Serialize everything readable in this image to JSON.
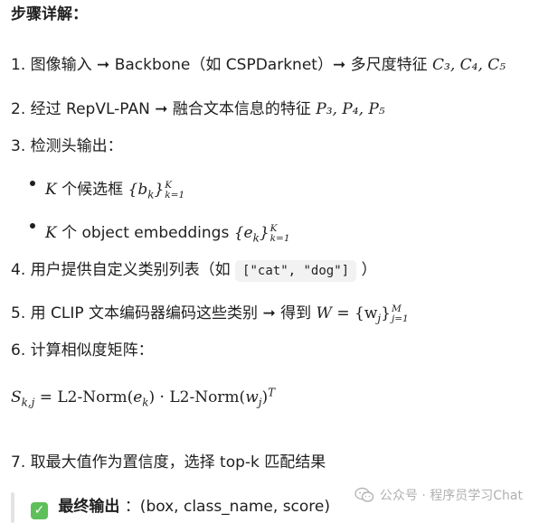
{
  "title": "步骤详解：",
  "steps": {
    "s1": {
      "num": "1.",
      "text_a": "图像输入 ➞ Backbone（如 CSPDarknet）➞ 多尺度特征",
      "math": "C₃, C₄, C₅"
    },
    "s2": {
      "num": "2.",
      "text_a": "经过 RepVL-PAN ➞ 融合文本信息的特征",
      "math": "P₃, P₄, P₅"
    },
    "s3": {
      "num": "3.",
      "text_a": "检测头输出："
    },
    "s3b1": {
      "math_k": "K",
      "text": "个候选框",
      "set": "{b",
      "set_sub": "k",
      "set_close": "}",
      "sup": "K",
      "sub": "k=1"
    },
    "s3b2": {
      "math_k": "K",
      "text": "个 object embeddings",
      "set": "{e",
      "set_sub": "k",
      "set_close": "}",
      "sup": "K",
      "sub": "k=1"
    },
    "s4": {
      "num": "4.",
      "text_a": "用户提供自定义类别列表（如",
      "code": "[\"cat\", \"dog\"]",
      "text_b": "）"
    },
    "s5": {
      "num": "5.",
      "text_a": "用 CLIP 文本编码器编码这些类别 ➞ 得到",
      "math_w": "W",
      "eq": "= {w",
      "sub_j": "j",
      "close": "}",
      "sup": "M",
      "sub": "j=1"
    },
    "s6": {
      "num": "6.",
      "text_a": "计算相似度矩阵："
    },
    "formula": {
      "lhs": "S",
      "lhs_sub": "k,j",
      "eq": " = L2-Norm(",
      "ek": "e",
      "ek_sub": "k",
      "mid": ") · L2-Norm(",
      "wj": "w",
      "wj_sub": "j",
      "close": ")",
      "sup": "T"
    },
    "s7": {
      "num": "7.",
      "text_a": "取最大值作为置信度，选择 top-k 匹配结果"
    }
  },
  "final": {
    "check": "✓",
    "label": "最终输出",
    "text": "：(box, class_name, score)"
  },
  "watermark": {
    "text": "公众号 · 程序员学习Chat"
  }
}
